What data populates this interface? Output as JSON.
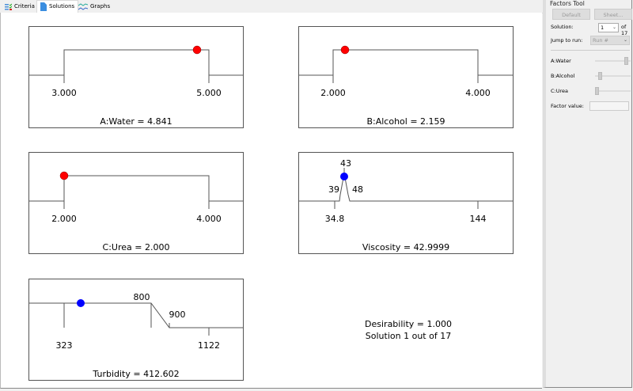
{
  "tabs": [
    {
      "label": "Criteria",
      "icon": "criteria-icon"
    },
    {
      "label": "Solutions",
      "icon": "document-icon"
    },
    {
      "label": "Graphs",
      "icon": "graphs-icon"
    }
  ],
  "active_tab": "Solutions",
  "colors": {
    "in_factor_dot": "#ff0000",
    "response_dot": "#0000ff"
  },
  "plots": {
    "water": {
      "low": "3.000",
      "high": "5.000",
      "title": "A:Water = 4.841",
      "value": 4.841
    },
    "alcohol": {
      "low": "2.000",
      "high": "4.000",
      "title": "B:Alcohol = 2.159",
      "value": 2.159
    },
    "urea": {
      "low": "2.000",
      "high": "4.000",
      "title": "C:Urea = 2.000",
      "value": 2.0
    },
    "viscosity": {
      "min": "34.8",
      "max": "144",
      "lower": "39",
      "target": "43",
      "upper": "48",
      "title": "Viscosity = 42.9999",
      "value": 42.9999
    },
    "turbidity": {
      "min": "323",
      "max": "1122",
      "target": "800",
      "upper": "900",
      "title": "Turbidity = 412.602",
      "value": 412.602
    }
  },
  "summary": {
    "desirability": "Desirability = 1.000",
    "solution": "Solution 1 out of 17"
  },
  "factors_tool": {
    "title": "Factors Tool",
    "default_label": "Default",
    "sheet_label": "Sheet...",
    "solution_label": "Solution:",
    "solution_value": "1",
    "solution_of": "of 17",
    "jump_label": "Jump to run:",
    "jump_placeholder": "Run #",
    "factors": [
      {
        "label": "A:Water",
        "slider": 0.92
      },
      {
        "label": "B:Alcohol",
        "slider": 0.08
      },
      {
        "label": "C:Urea",
        "slider": 0.0
      }
    ],
    "factor_value_label": "Factor value:"
  }
}
